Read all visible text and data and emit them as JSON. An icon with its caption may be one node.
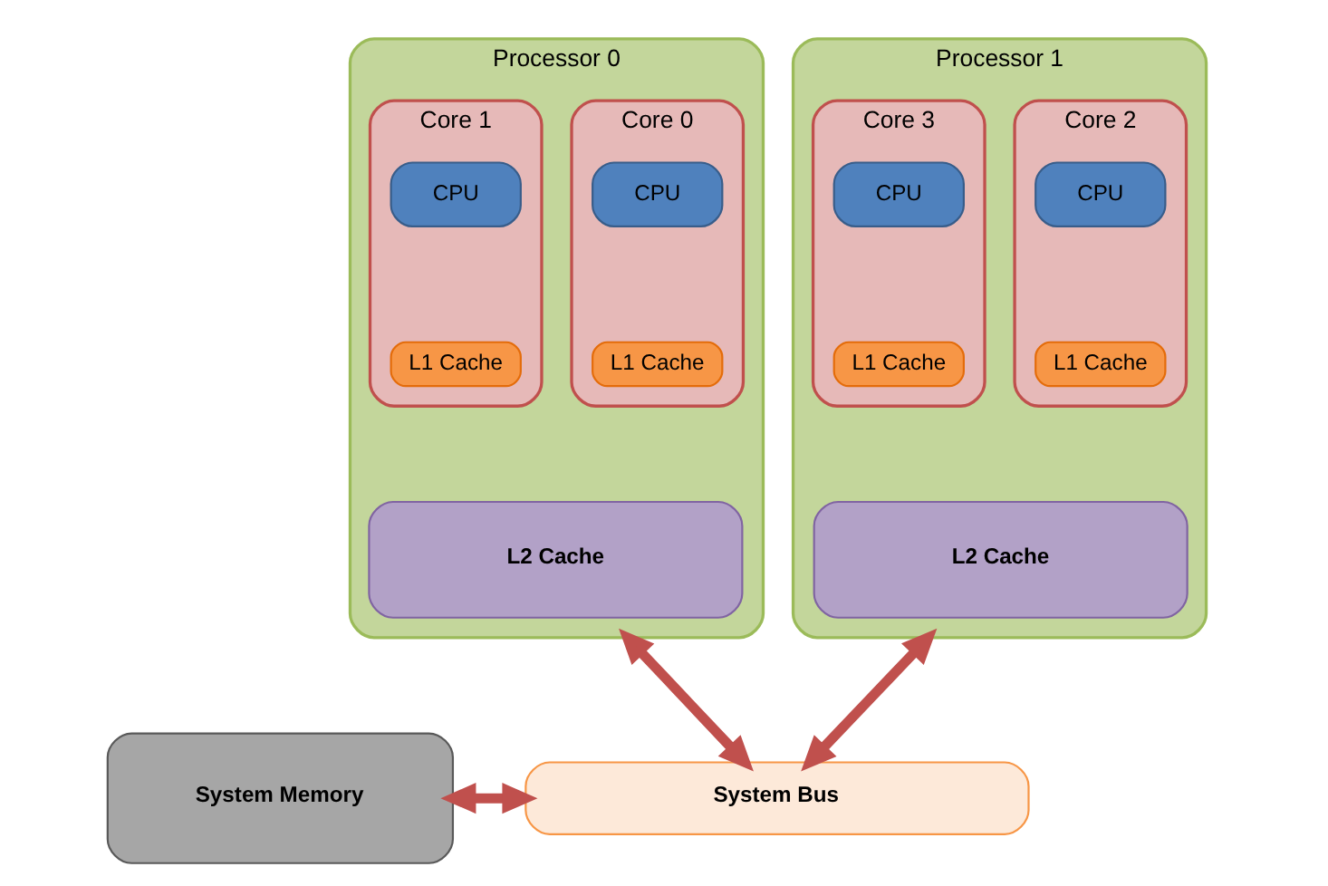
{
  "diagram": {
    "nodes": [
      {
        "text": [
          "Processor 0"
        ]
      },
      {
        "text": [
          "Core 0"
        ],
        "in": 0
      },
      {
        "text": [
          "CPU"
        ],
        "in": 1
      },
      {
        "text": [
          "L1 Cache"
        ],
        "in": 1
      },
      {
        "text": [
          "Core 1"
        ],
        "in": 0
      },
      {
        "text": [
          "CPU"
        ],
        "in": 4
      },
      {
        "text": [
          "L1 Cache"
        ],
        "in": 4
      },
      {
        "text": [
          "L2 Cache"
        ],
        "in": 0
      },
      {
        "text": [
          "Processor 1"
        ]
      },
      {
        "text": [
          "Core 2"
        ],
        "in": 8
      },
      {
        "text": [
          "CPU"
        ],
        "in": 9
      },
      {
        "text": [
          "L1 Cache"
        ],
        "in": 9
      },
      {
        "text": [
          "Core 3"
        ],
        "in": 8
      },
      {
        "text": [
          "CPU"
        ],
        "in": 12
      },
      {
        "text": [
          "L1 Cache"
        ],
        "in": 12
      },
      {
        "text": [
          "L2 Cache"
        ],
        "in": 8
      },
      {
        "text": [
          "System Memory"
        ]
      },
      {
        "text": [
          "System Bus"
        ]
      }
    ],
    "edges": [
      {
        "from": 0,
        "to": 17,
        "arrow": "both"
      },
      {
        "from": 8,
        "to": 17,
        "arrow": "both"
      },
      {
        "from": 16,
        "to": 17,
        "arrow": "both"
      }
    ]
  }
}
